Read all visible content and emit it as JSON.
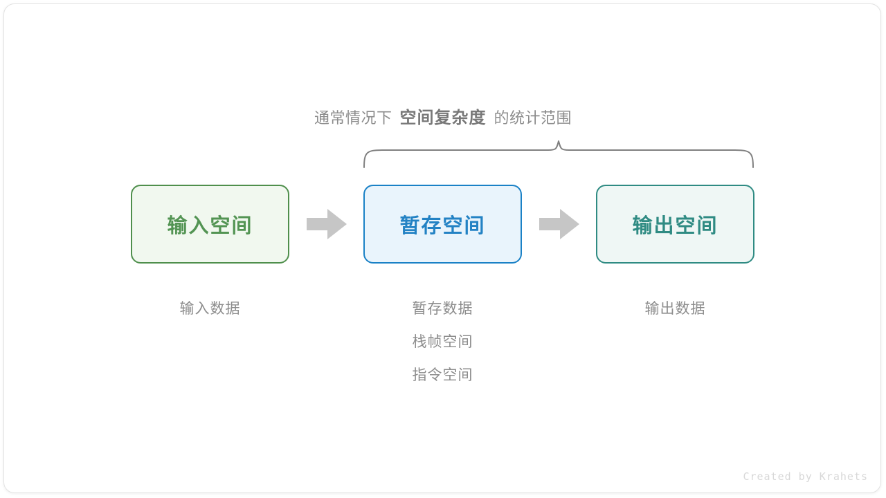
{
  "diagram": {
    "brace_caption": {
      "prefix": "通常情况下",
      "emphasis": "空间复杂度",
      "suffix": "的统计范围"
    },
    "brace": {
      "icon": "curly-brace-icon",
      "color": "#808080"
    },
    "stages": [
      {
        "id": "input",
        "label": "输入空间",
        "border_color": "#4f8f4c",
        "fill_color": "#f1f8ef",
        "text_color": "#539453",
        "captions": [
          "输入数据"
        ]
      },
      {
        "id": "temp",
        "label": "暂存空间",
        "border_color": "#1a81c6",
        "fill_color": "#e9f4fc",
        "text_color": "#2382c4",
        "captions": [
          "暂存数据",
          "栈帧空间",
          "指令空间"
        ]
      },
      {
        "id": "output",
        "label": "输出空间",
        "border_color": "#2f8b83",
        "fill_color": "#eff7f5",
        "text_color": "#2f8b83",
        "captions": [
          "输出数据"
        ]
      }
    ],
    "arrows": [
      {
        "id": "arrow-1",
        "icon": "right-arrow-icon",
        "color": "#c6c6c6"
      },
      {
        "id": "arrow-2",
        "icon": "right-arrow-icon",
        "color": "#c6c6c6"
      }
    ],
    "footer": "Created by Krahets"
  }
}
